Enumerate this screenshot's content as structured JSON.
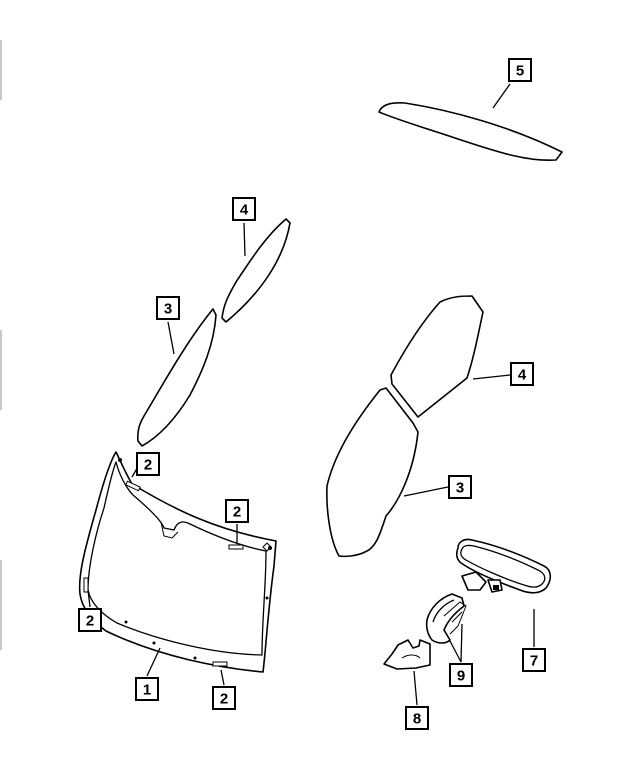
{
  "callouts": {
    "c1": "1",
    "c2_top": "2",
    "c2_mid": "2",
    "c2_left": "2",
    "c2_bottom": "2",
    "c3_left": "3",
    "c3_right": "3",
    "c4_left": "4",
    "c4_right": "4",
    "c5": "5",
    "c7": "7",
    "c8": "8",
    "c9": "9"
  }
}
